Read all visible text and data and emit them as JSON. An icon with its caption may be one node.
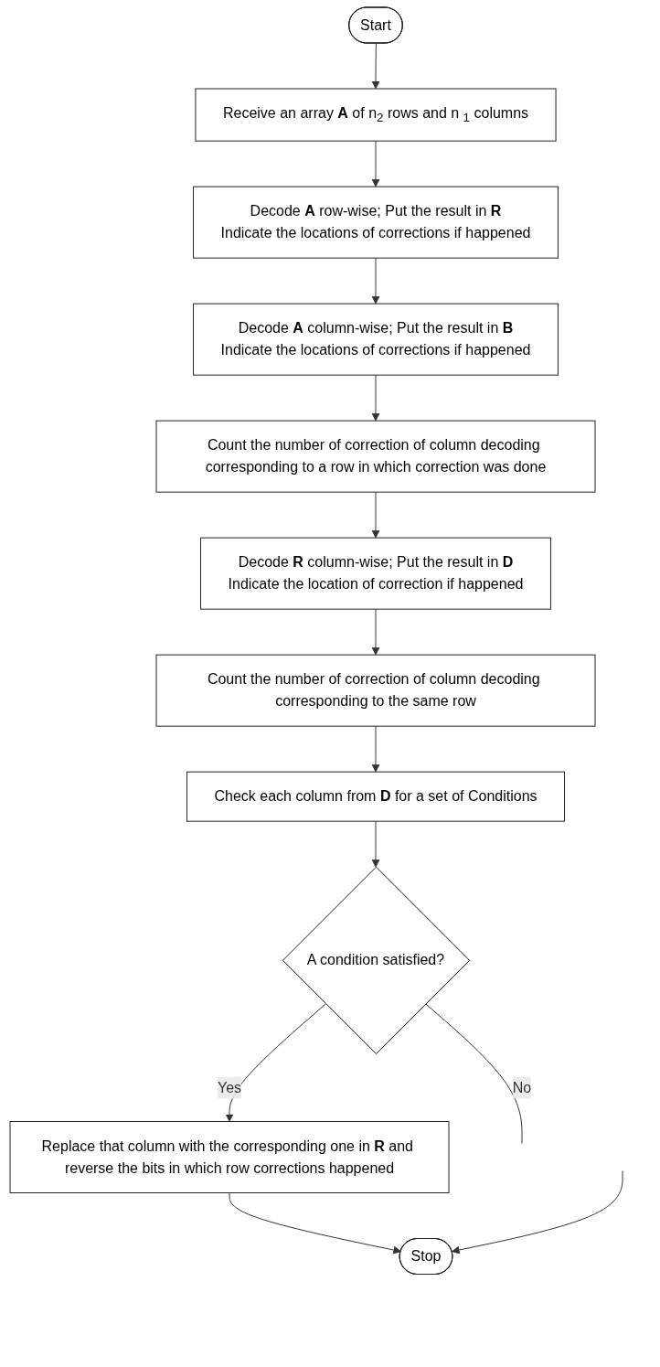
{
  "diagram": {
    "nodes": [
      {
        "text": [
          "Start"
        ]
      },
      {
        "text": [
          "Receive an array **A** of n$_{2}$ rows and n $_{1}$ columns"
        ]
      },
      {
        "text": [
          "Decode **A** row-wise; Put the result in **R**",
          "Indicate the locations of corrections if happened"
        ]
      },
      {
        "text": [
          "Decode **A** column-wise; Put the result in **B**",
          "Indicate the locations of corrections if happened"
        ]
      },
      {
        "text": [
          "Count the number of correction of column decoding corresponding to a row in which correction was done"
        ]
      },
      {
        "text": [
          "Decode **R** column-wise; Put the result in **D**",
          "Indicate the location of correction if happened"
        ]
      },
      {
        "text": [
          "Count the number of correction of column decoding corresponding to the same row"
        ]
      },
      {
        "text": [
          "Check each column from **D** for a set of Conditions"
        ]
      },
      {
        "text": [
          "A condition satisfied?"
        ]
      },
      {
        "text": [
          "Replace that column with the corresponding one in **R** and reverse the bits in which row corrections happened"
        ]
      },
      {
        "text": [
          "Stop"
        ]
      }
    ],
    "edges": [
      {
        "from": 0,
        "to": 1,
        "arrow": "to"
      },
      {
        "from": 1,
        "to": 2,
        "arrow": "to"
      },
      {
        "from": 2,
        "to": 3,
        "arrow": "to"
      },
      {
        "from": 3,
        "to": 4,
        "arrow": "to"
      },
      {
        "from": 4,
        "to": 5,
        "arrow": "to"
      },
      {
        "from": 5,
        "to": 6,
        "arrow": "to"
      },
      {
        "from": 6,
        "to": 7,
        "arrow": "to"
      },
      {
        "from": 7,
        "to": 8,
        "arrow": "to"
      },
      {
        "from": 8,
        "to": null,
        "arrow": "none",
        "label": "No"
      },
      {
        "from": 8,
        "to": 9,
        "arrow": "to",
        "label": "Yes"
      },
      {
        "from": 9,
        "to": 10,
        "arrow": "to"
      },
      {
        "from": null,
        "to": 10,
        "arrow": "to"
      }
    ]
  }
}
